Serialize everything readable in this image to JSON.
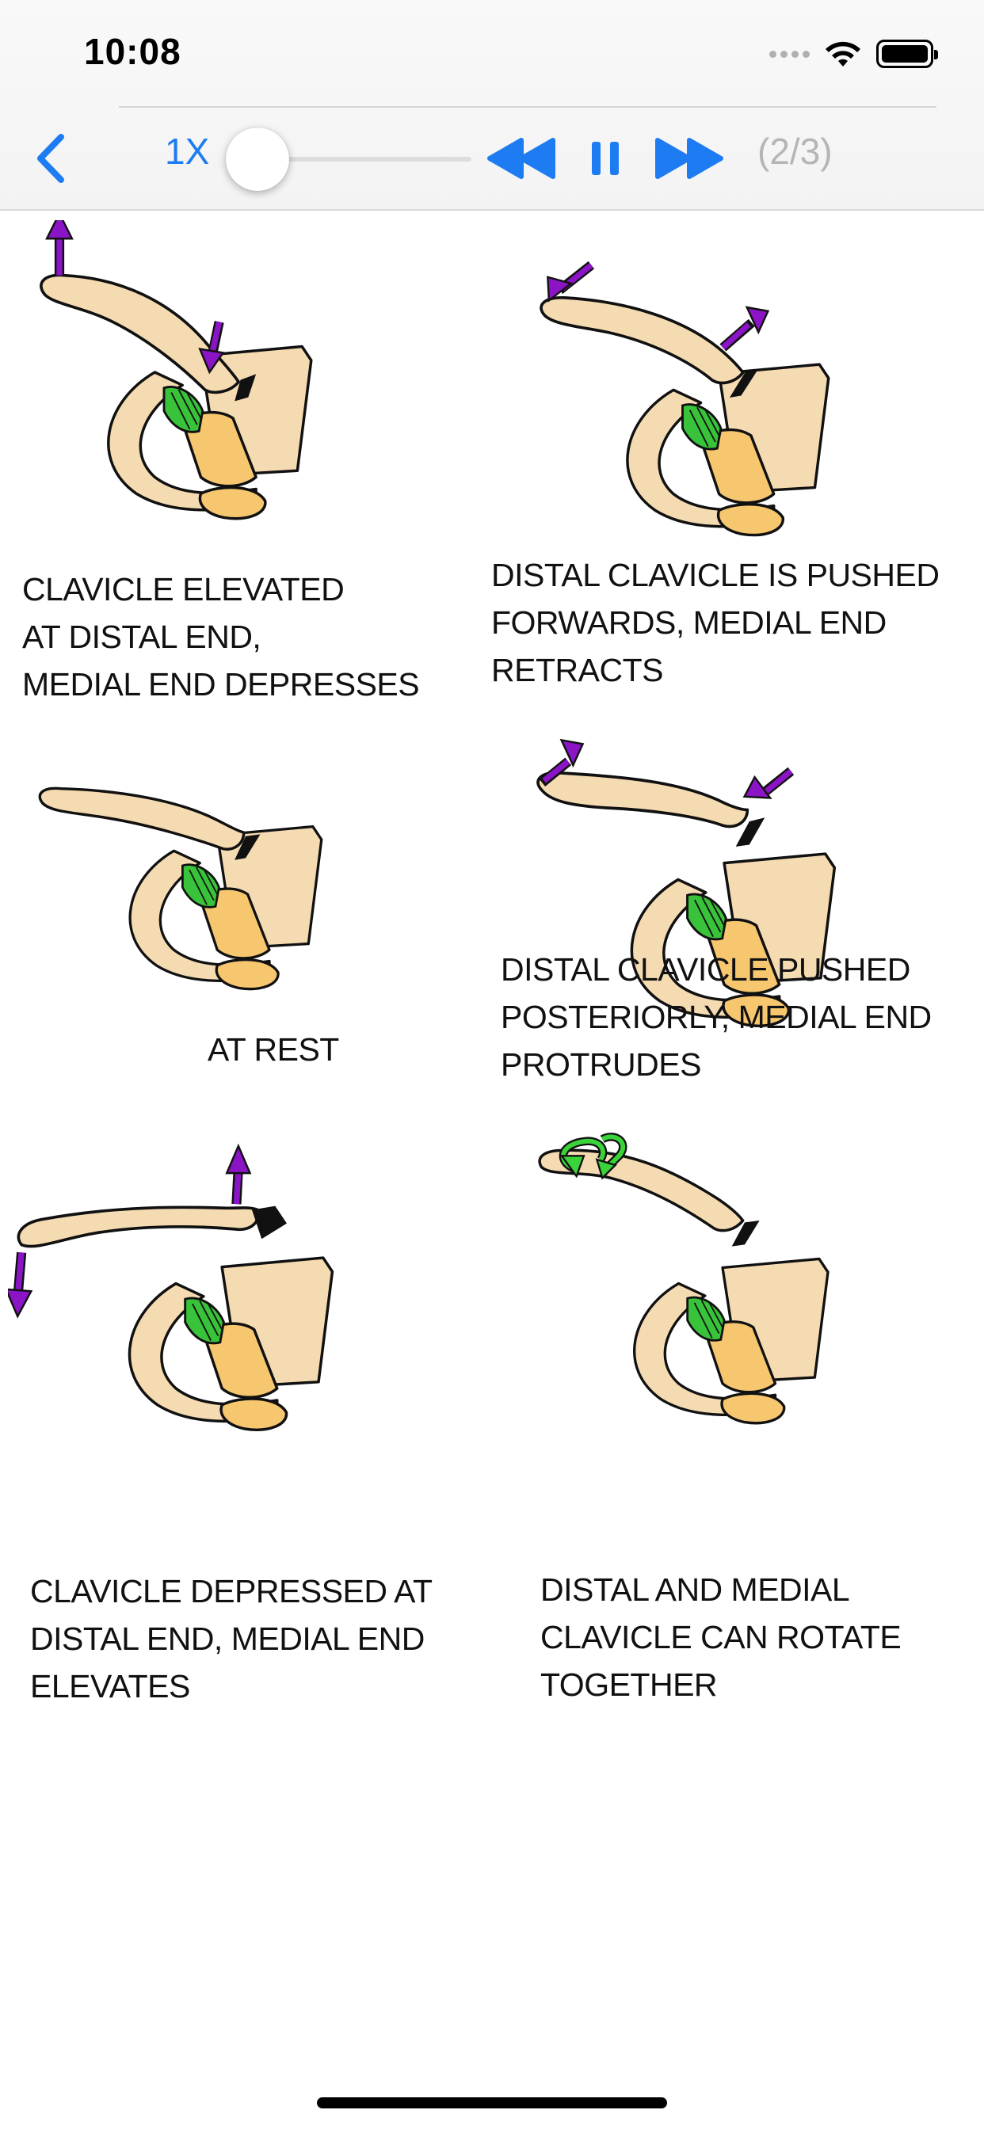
{
  "status_bar": {
    "time": "10:08",
    "icons": [
      "cellular-signal-icon",
      "wifi-icon",
      "battery-icon"
    ]
  },
  "player": {
    "back_icon": "chevron-left-icon",
    "speed_label": "1X",
    "progress": 0.05,
    "controls": [
      "rewind-icon",
      "pause-icon",
      "fast-forward-icon"
    ],
    "page_indicator": "(2/3)",
    "accent_color": "#1e7cf2"
  },
  "panels": [
    {
      "id": "distal-elevated",
      "caption": [
        "CLAVICLE ELEVATED",
        "AT DISTAL END,",
        "MEDIAL END DEPRESSES"
      ]
    },
    {
      "id": "distal-forward",
      "caption": [
        "DISTAL CLAVICLE IS PUSHED",
        "FORWARDS, MEDIAL END",
        "RETRACTS"
      ]
    },
    {
      "id": "at-rest",
      "caption": [
        "AT REST"
      ]
    },
    {
      "id": "distal-posterior",
      "caption": [
        "DISTAL CLAVICLE PUSHED",
        "POSTERIORLY, MEDIAL END",
        "PROTRUDES"
      ]
    },
    {
      "id": "distal-depressed",
      "caption": [
        "CLAVICLE DEPRESSED AT",
        "DISTAL END, MEDIAL END",
        "ELEVATES"
      ]
    },
    {
      "id": "rotation",
      "caption": [
        "DISTAL AND MEDIAL",
        "CLAVICLE CAN ROTATE",
        "TOGETHER"
      ]
    }
  ],
  "colors": {
    "bone": "#f5dbb2",
    "joint": "#f7c770",
    "ligament": "#39c33a",
    "arrow_motion": "#8b14c6",
    "arrow_rotation": "#3ad43a",
    "outline": "#111111"
  }
}
